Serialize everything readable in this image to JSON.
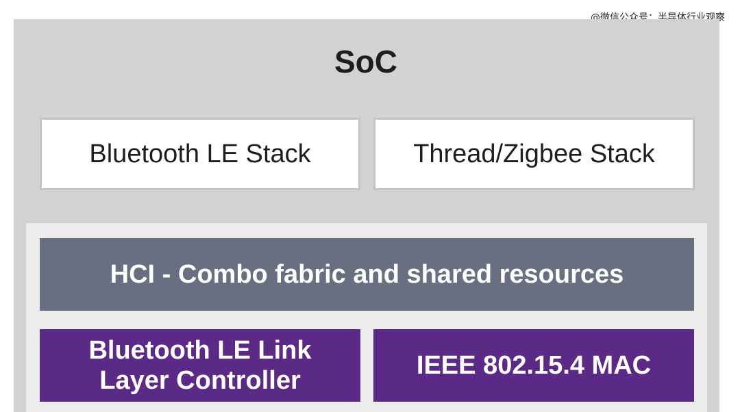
{
  "watermark": "@微信公众号：半导体行业观察",
  "soc": {
    "title": "SoC"
  },
  "stacks": {
    "left": "Bluetooth LE Stack",
    "right": "Thread/Zigbee Stack"
  },
  "hci": {
    "label": "HCI - Combo fabric and shared resources"
  },
  "controllers": {
    "ble_link_line1": "Bluetooth LE Link",
    "ble_link_line2": "Layer Controller",
    "ieee_mac": "IEEE 802.15.4 MAC"
  },
  "colors": {
    "soc_background": "#d2d2d2",
    "inner_panel": "#ececec",
    "hci_block": "#676f80",
    "controller_block": "#5b2a86",
    "stack_block": "#ffffff"
  }
}
